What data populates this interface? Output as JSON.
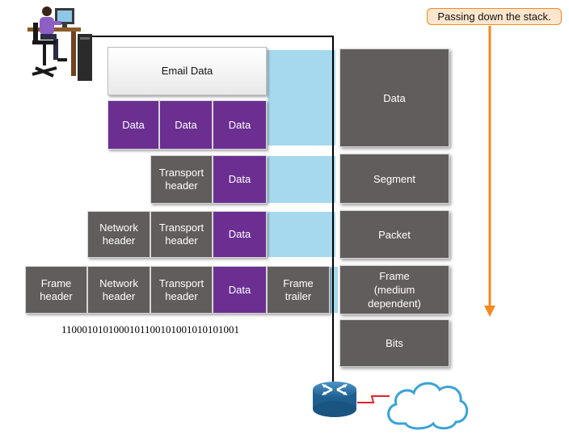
{
  "callout": {
    "text": "Passing down the stack."
  },
  "encapsulation": {
    "email_data": "Email Data",
    "data_row": [
      "Data",
      "Data",
      "Data"
    ],
    "segment_row": {
      "transport_header": "Transport\nheader",
      "data": "Data"
    },
    "packet_row": {
      "network_header": "Network\nheader",
      "transport_header": "Transport\nheader",
      "data": "Data"
    },
    "frame_row": {
      "frame_header": "Frame\nheader",
      "network_header": "Network\nheader",
      "transport_header": "Transport\nheader",
      "data": "Data",
      "frame_trailer": "Frame\ntrailer"
    },
    "bits": "1100010101000101100101001010101001"
  },
  "pdu_labels": {
    "data": "Data",
    "segment": "Segment",
    "packet": "Packet",
    "frame": "Frame\n(medium\ndependent)",
    "bits": "Bits"
  },
  "colors": {
    "block_grey": "#625d5d",
    "data_purple": "#6b2f92",
    "band_blue": "#a6d8ee",
    "arrow_orange": "#f28a1e"
  },
  "icons": [
    "user-at-computer-icon",
    "router-icon",
    "network-cloud-icon",
    "serial-link-icon"
  ]
}
